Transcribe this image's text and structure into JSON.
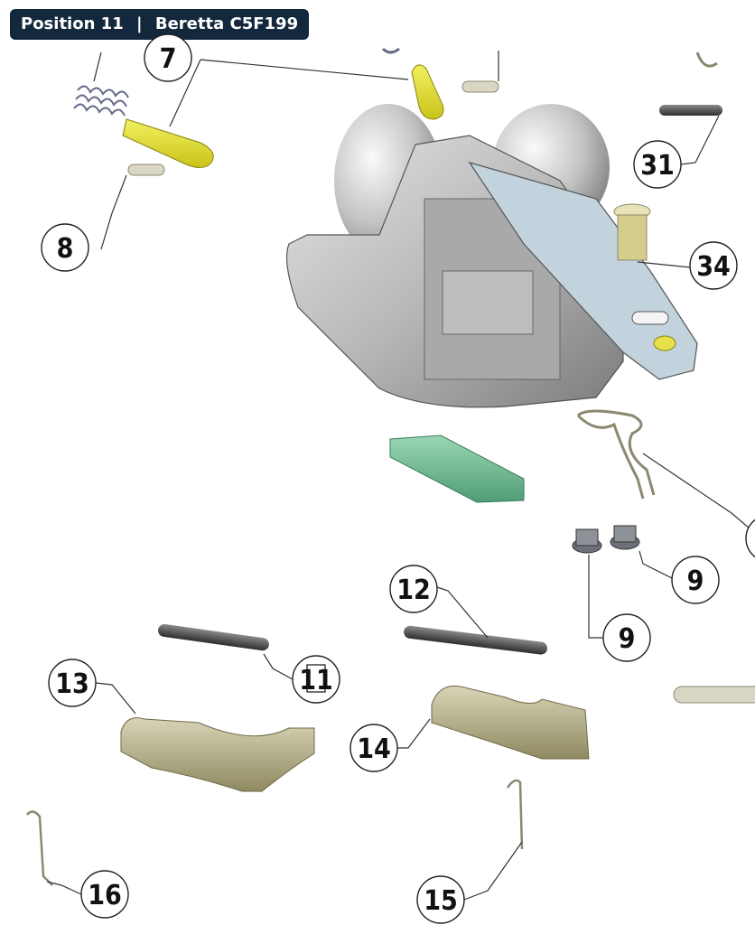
{
  "header": {
    "position_label": "Position 11",
    "separator": "|",
    "model": "Beretta C5F199"
  },
  "callouts": [
    {
      "id": "c7",
      "label": "7"
    },
    {
      "id": "c8",
      "label": "8"
    },
    {
      "id": "c31",
      "label": "31"
    },
    {
      "id": "c34",
      "label": "34"
    },
    {
      "id": "c9a",
      "label": "9"
    },
    {
      "id": "c9b",
      "label": "9"
    },
    {
      "id": "c12",
      "label": "12"
    },
    {
      "id": "c11",
      "label": "11"
    },
    {
      "id": "c13",
      "label": "13"
    },
    {
      "id": "c14",
      "label": "14"
    },
    {
      "id": "c16",
      "label": "16"
    },
    {
      "id": "c15",
      "label": "15"
    }
  ]
}
